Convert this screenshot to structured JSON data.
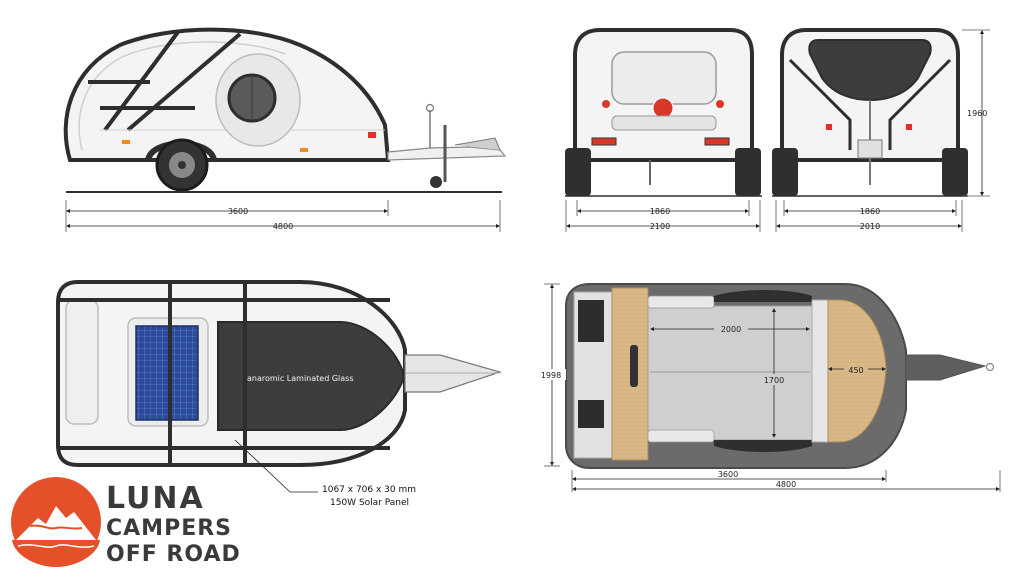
{
  "side_view": {
    "dim_body": "3600",
    "dim_total": "4800"
  },
  "rear_view": {
    "dim_inner": "1860",
    "dim_outer": "2100"
  },
  "front_view": {
    "dim_inner": "1860",
    "dim_outer": "2010",
    "dim_height": "1960"
  },
  "top_view": {
    "glass_label": "Panaromic Laminated Glass",
    "solar_note_line1": "1067 x 706 x 30 mm",
    "solar_note_line2": "150W  Solar Panel"
  },
  "floor_plan": {
    "dim_bed_length": "2000",
    "dim_bed_width": "1700",
    "dim_storage": "450",
    "dim_width": "1998",
    "dim_body": "3600",
    "dim_total": "4800"
  },
  "brand": {
    "line1": "LUNA",
    "line2": "CAMPERS",
    "line3": "OFF ROAD",
    "color": "#e4502a"
  },
  "colors": {
    "outline": "#2e2e2e",
    "wood": "#d9b887",
    "floor": "#cfcfcf",
    "solar": "#2a4a9a",
    "glass": "#3d3d3d"
  }
}
